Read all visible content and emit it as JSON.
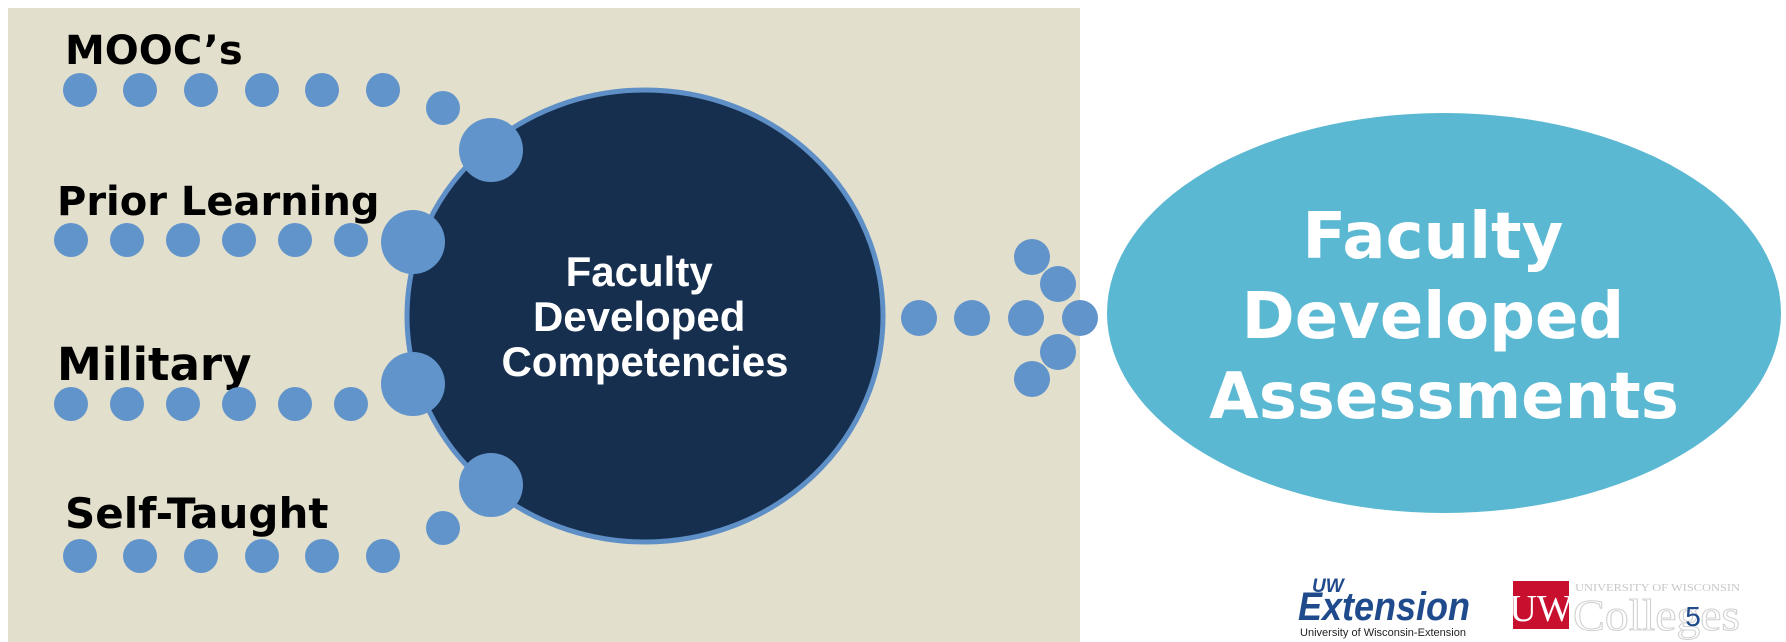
{
  "sources": [
    {
      "label": "MOOC’s"
    },
    {
      "label": "Prior Learning"
    },
    {
      "label": "Military"
    },
    {
      "label": "Self-Taught"
    }
  ],
  "competencies": {
    "lines": [
      "Faculty",
      "Developed",
      "Competencies"
    ]
  },
  "assessments": {
    "lines": [
      "Faculty",
      "Developed",
      "Assessments"
    ]
  },
  "footer": {
    "uw_text": "UW",
    "extension_text": "Extension",
    "extension_subtext": "University of Wisconsin-Extension",
    "colleges_header": "UNIVERSITY OF WISCONSIN",
    "colleges_text": "Colleges",
    "colleges_crest_text": "UW",
    "page_number": "5"
  },
  "colors": {
    "panel_bg": "#e2dfcc",
    "dark_circle": "#162f4f",
    "dark_circle_stroke": "#5e8fc6",
    "dot": "#6194cb",
    "ellipse": "#5bb8d2",
    "text_dark": "#000000",
    "text_light": "#ffffff",
    "extension_blue": "#1f4a8c",
    "colleges_red": "#c8102e",
    "colleges_gray": "#d0d0d0",
    "page_number_color": "#1f4a8c"
  }
}
